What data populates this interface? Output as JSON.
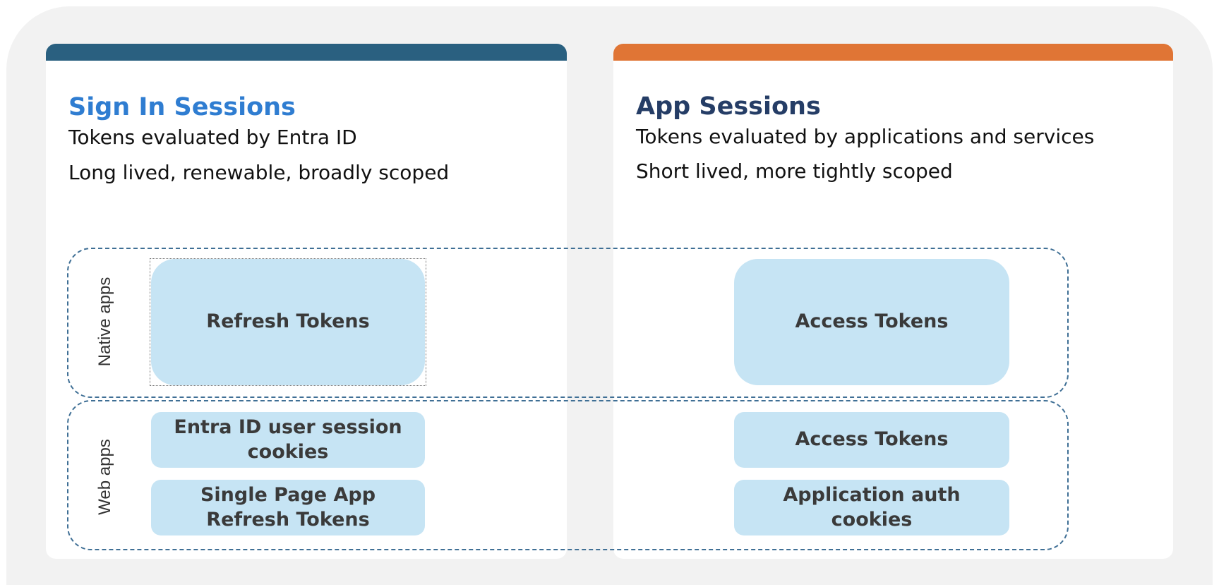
{
  "colors": {
    "left_accent": "#2a6080",
    "right_accent": "#e07535",
    "left_title": "#2f7dd1",
    "right_title": "#253d66",
    "token_fill": "#c6e4f4",
    "group_border": "#3f6f95"
  },
  "left_panel": {
    "title": "Sign In Sessions",
    "line1": "Tokens evaluated by Entra ID",
    "line2": "Long lived, renewable, broadly scoped"
  },
  "right_panel": {
    "title": "App Sessions",
    "line1": "Tokens evaluated by applications and services",
    "line2": "Short lived, more tightly scoped"
  },
  "groups": {
    "native": {
      "label": "Native apps",
      "left_token": "Refresh Tokens",
      "right_token": "Access Tokens"
    },
    "web": {
      "label": "Web apps",
      "left_tokens": [
        "Entra ID user session\ncookies",
        "Single Page App\nRefresh Tokens"
      ],
      "right_tokens": [
        "Access Tokens",
        "Application auth\ncookies"
      ]
    }
  }
}
